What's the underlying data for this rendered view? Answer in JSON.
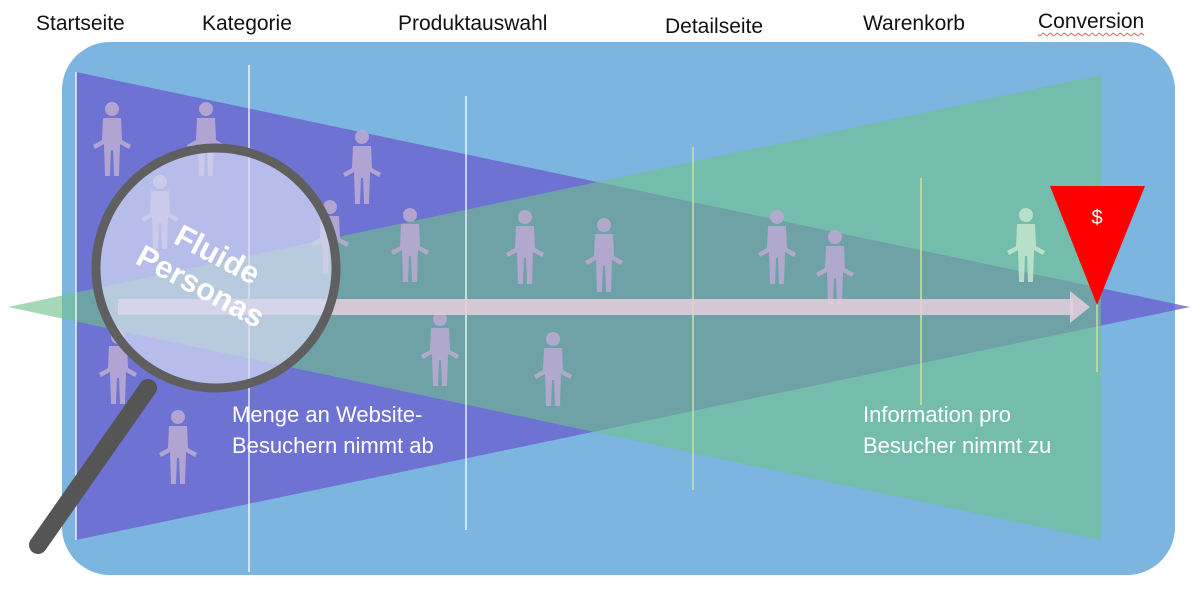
{
  "stages": [
    {
      "label": "Startseite"
    },
    {
      "label": "Kategorie"
    },
    {
      "label": "Produktauswahl"
    },
    {
      "label": "Detailseite"
    },
    {
      "label": "Warenkorb"
    },
    {
      "label": "Conversion"
    }
  ],
  "lens": {
    "line1": "Fluide",
    "line2": "Personas"
  },
  "captions": {
    "visitors_line1": "Menge an Website-",
    "visitors_line2": "Besuchern nimmt ab",
    "info_line1": "Information pro",
    "info_line2": "Besucher nimmt zu"
  },
  "conversion_marker": {
    "symbol": "$",
    "color": "#ff0000"
  },
  "colors": {
    "background_panel": "#7cb5e0",
    "visitors_wedge": "#6a5fcf",
    "information_wedge": "#6fc08a",
    "arrow": "#e6cfdc"
  },
  "icons": [
    "magnifier-icon",
    "person-icon",
    "arrow-icon",
    "conversion-funnel-icon"
  ]
}
